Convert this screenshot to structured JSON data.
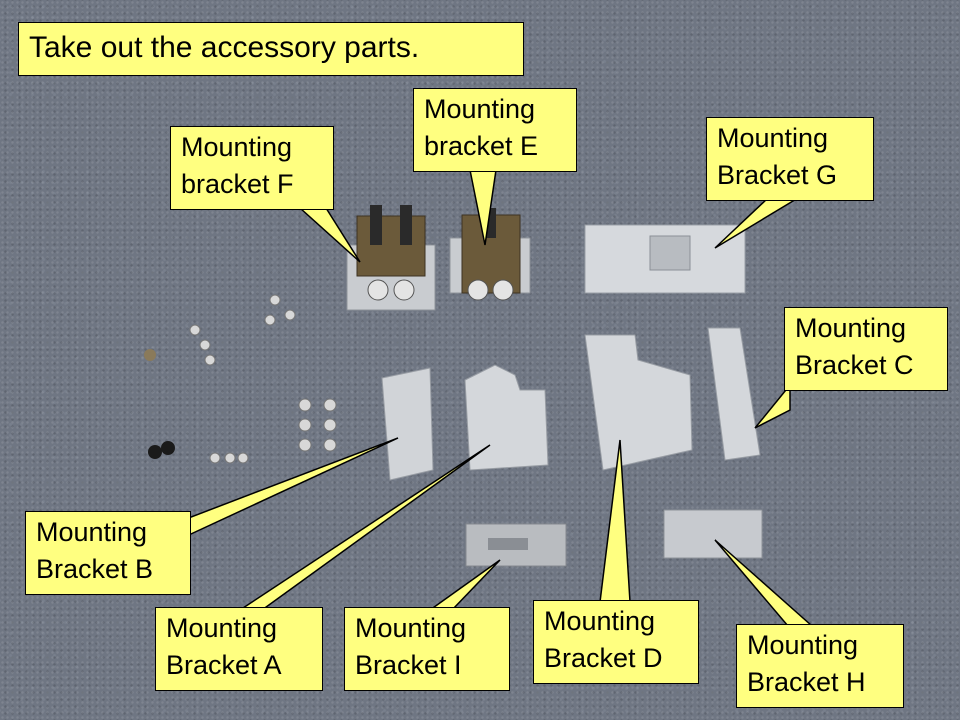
{
  "title": "Take out the accessory parts.",
  "colors": {
    "callout": "#ffff80",
    "callout_border": "#000000",
    "carpet": "#6f7683"
  },
  "callouts": {
    "f": {
      "line1": "Mounting",
      "line2": "bracket F"
    },
    "e": {
      "line1": "Mounting",
      "line2": "bracket E"
    },
    "g": {
      "line1": "Mounting",
      "line2": "Bracket G"
    },
    "c": {
      "line1": "Mounting",
      "line2": "Bracket C"
    },
    "b": {
      "line1": "Mounting",
      "line2": "Bracket B"
    },
    "a": {
      "line1": "Mounting",
      "line2": "Bracket A"
    },
    "i": {
      "line1": "Mounting",
      "line2": "Bracket I"
    },
    "d": {
      "line1": "Mounting",
      "line2": "Bracket D"
    },
    "h": {
      "line1": "Mounting",
      "line2": "Bracket H"
    }
  }
}
